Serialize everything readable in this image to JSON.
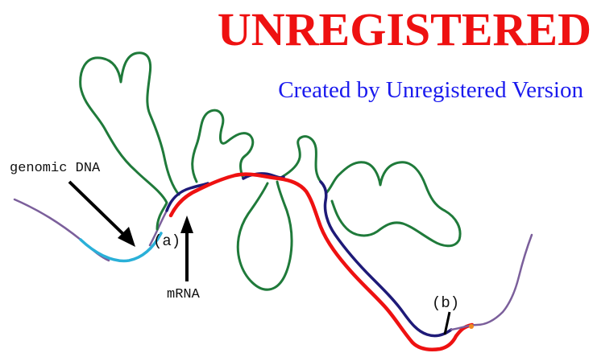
{
  "watermark": {
    "title": "UNREGISTERED",
    "subtitle": "Created by Unregistered Version",
    "title_color": "#ee1111",
    "subtitle_color": "#1a1aee"
  },
  "labels": {
    "genomic": "genomic DNA",
    "mrna": "mRNA",
    "site_a": "(a)",
    "site_b": "(b)"
  },
  "colors": {
    "dna": "#7b5f9b",
    "dna_segment": "#2ab0d8",
    "loop": "#1f7a3a",
    "paired_dna": "#1e1a78",
    "mrna": "#ee1111",
    "arrow": "#000000"
  }
}
